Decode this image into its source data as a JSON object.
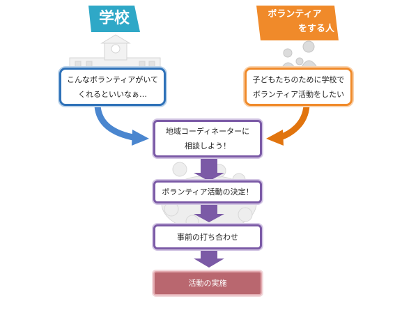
{
  "banners": {
    "school": "学校",
    "volunteer": [
      "ボランティア",
      "をする人"
    ]
  },
  "boxes": {
    "school_wish": [
      "こんなボランティアがいて",
      "くれるといいなぁ…"
    ],
    "volunteer_wish": [
      "子どもたちのために学校で",
      "ボランティア活動をしたい"
    ],
    "consult": [
      "地域コーディネーターに",
      "相談しよう！"
    ],
    "decide": "ボランティア活動の決定！",
    "meeting": "事前の打ち合わせ",
    "execute": "活動の実施"
  },
  "colors": {
    "school_banner": "#2fa8c7",
    "volunteer_banner": "#f08a2a",
    "school_arrow": "#4a86cf",
    "volunteer_arrow": "#e1740e",
    "flow_arrow": "#7b5aa6",
    "final_box": "#b9676f"
  }
}
